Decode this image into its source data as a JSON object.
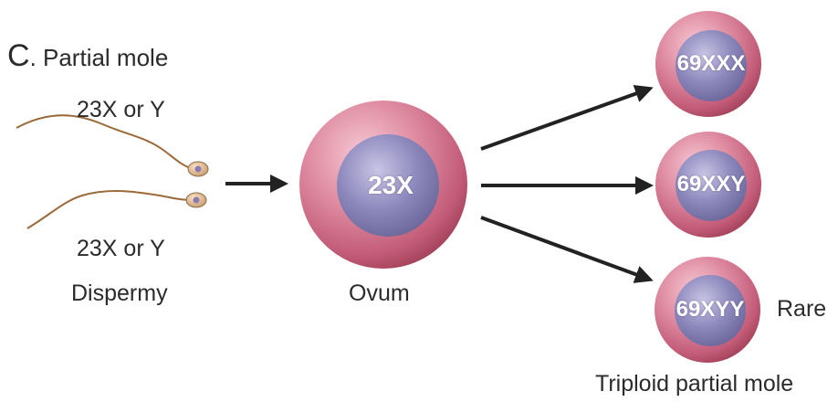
{
  "panel": {
    "letter": "C",
    "title": ". Partial mole"
  },
  "sperm": {
    "top_label": "23X or Y",
    "bottom_label": "23X or Y",
    "caption": "Dispermy"
  },
  "ovum": {
    "nucleus_label": "23X",
    "caption": "Ovum"
  },
  "outcomes": [
    {
      "karyotype": "69XXX",
      "note": ""
    },
    {
      "karyotype": "69XXY",
      "note": ""
    },
    {
      "karyotype": "69XYY",
      "note": "Rare"
    }
  ],
  "result_caption": "Triploid partial mole",
  "colors": {
    "cell_membrane": "#c9617a",
    "cytoplasm": "#d98aa0",
    "nucleus": "#8a86b8",
    "arrow": "#222222",
    "sperm_tail": "#9a6a3a"
  }
}
